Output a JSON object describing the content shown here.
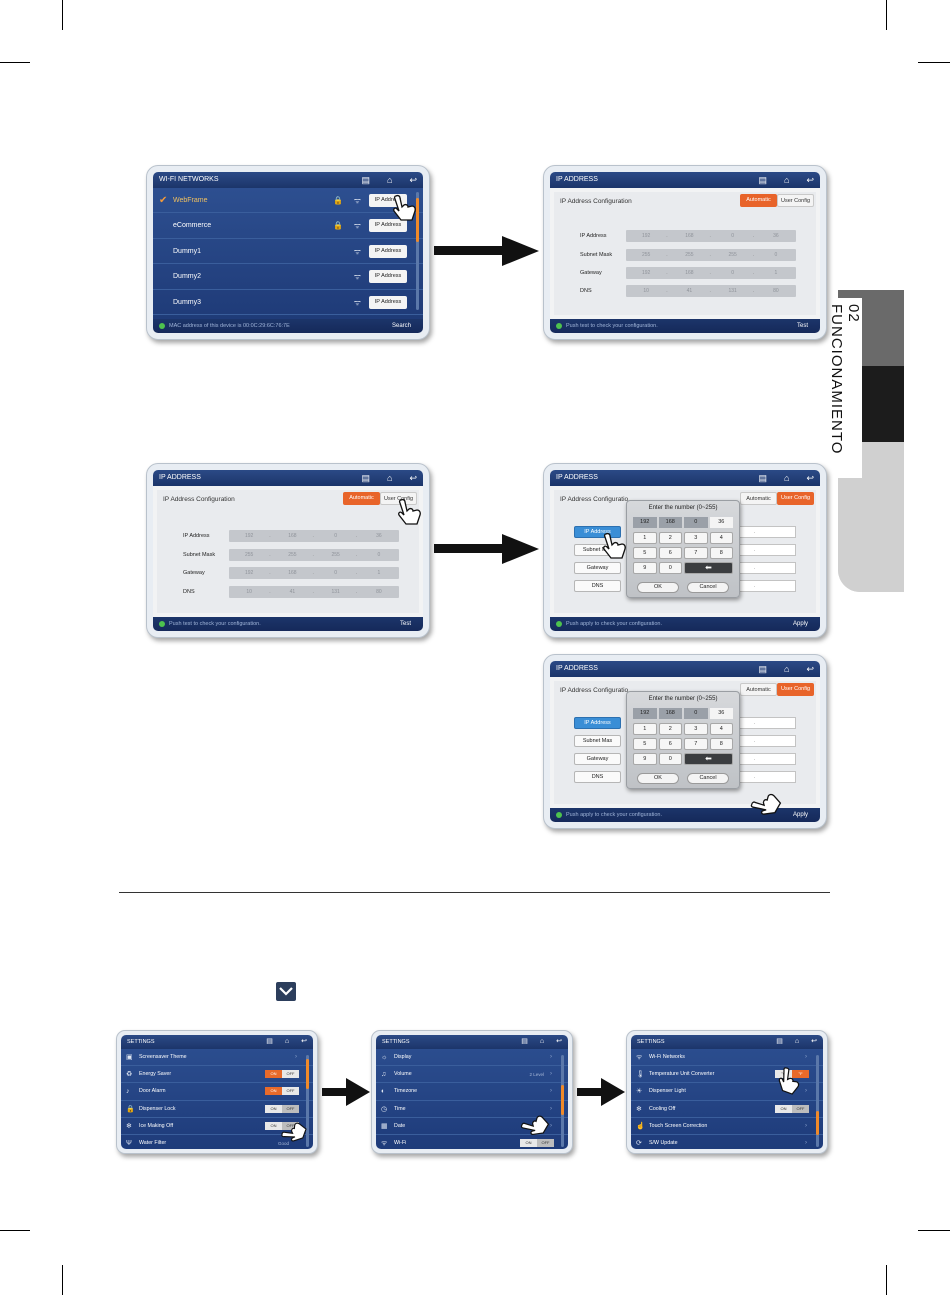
{
  "side_tab": {
    "label": "02  FUNCIONAMIENTO"
  },
  "screen1": {
    "title": "WI-FI NETWORKS",
    "networks": [
      {
        "name": "WebFrame",
        "button": "IP Address"
      },
      {
        "name": "eCommerce",
        "button": "IP Address"
      },
      {
        "name": "Dummy1",
        "button": "IP Address"
      },
      {
        "name": "Dummy2",
        "button": "IP Address"
      },
      {
        "name": "Dummy3",
        "button": "IP Address"
      }
    ],
    "footer": "MAC address of this device is 00:0C:29:6C:76:7E",
    "action": "Search"
  },
  "screen2": {
    "title": "IP ADDRESS",
    "heading": "IP Address Configuration",
    "mode_automatic": "Automatic",
    "mode_user": "User Config",
    "fields": [
      {
        "label": "IP Address",
        "values": [
          "192",
          "168",
          "0",
          "36"
        ]
      },
      {
        "label": "Subnet Mask",
        "values": [
          "255",
          "255",
          "255",
          "0"
        ]
      },
      {
        "label": "Gateway",
        "values": [
          "192",
          "168",
          "0",
          "1"
        ]
      },
      {
        "label": "DNS",
        "values": [
          "10",
          "41",
          "131",
          "80"
        ]
      }
    ],
    "footer": "Push test to check your configuration.",
    "action": "Test"
  },
  "screen4": {
    "title": "IP ADDRESS",
    "heading": "IP Address Configuratio",
    "buttons": [
      "IP Address",
      "Subnet Mas",
      "Gateway",
      "DNS"
    ],
    "keypad": {
      "title": "Enter the number (0~255)",
      "display": [
        "192",
        "168",
        "0",
        "36"
      ],
      "keys": [
        "1",
        "2",
        "3",
        "4",
        "5",
        "6",
        "7",
        "8",
        "9",
        "0"
      ],
      "backspace": "⬅",
      "ok": "OK",
      "cancel": "Cancel"
    },
    "footer": "Push apply to check your configuration.",
    "action": "Apply"
  },
  "settings1": {
    "title": "SETTINGS",
    "rows": [
      {
        "icon": "▣",
        "label": "Screensaver Theme"
      },
      {
        "icon": "♻",
        "label": "Energy Saver",
        "on": "ON",
        "off": "OFF"
      },
      {
        "icon": "♪",
        "label": "Door Alarm",
        "on": "ON",
        "off": "OFF"
      },
      {
        "icon": "🔒",
        "label": "Dispenser Lock",
        "on": "ON",
        "off": "OFF"
      },
      {
        "icon": "❄",
        "label": "Ice Making Off",
        "on": "ON",
        "off": "OFF"
      },
      {
        "icon": "Ψ",
        "label": "Water Filter",
        "value": "Good"
      }
    ]
  },
  "settings2": {
    "title": "SETTINGS",
    "rows": [
      {
        "icon": "☼",
        "label": "Display"
      },
      {
        "icon": "♫",
        "label": "Volume",
        "value": "2 Level"
      },
      {
        "icon": "◐",
        "label": "Timezone"
      },
      {
        "icon": "◷",
        "label": "Time"
      },
      {
        "icon": "▦",
        "label": "Date"
      },
      {
        "icon": "ᯤ",
        "label": "Wi-Fi",
        "on": "ON",
        "off": "OFF"
      }
    ]
  },
  "settings3": {
    "title": "SETTINGS",
    "rows": [
      {
        "icon": "ᯤ",
        "label": "Wi-Fi Networks"
      },
      {
        "icon": "🌡",
        "label": "Temperature Unit Converter",
        "on": "°C",
        "off": "°F"
      },
      {
        "icon": "☀",
        "label": "Dispenser Light"
      },
      {
        "icon": "❄",
        "label": "Cooling Off",
        "on": "ON",
        "off": "OFF"
      },
      {
        "icon": "☝",
        "label": "Touch Screen Correction"
      },
      {
        "icon": "⟳",
        "label": "S/W Update"
      }
    ]
  }
}
